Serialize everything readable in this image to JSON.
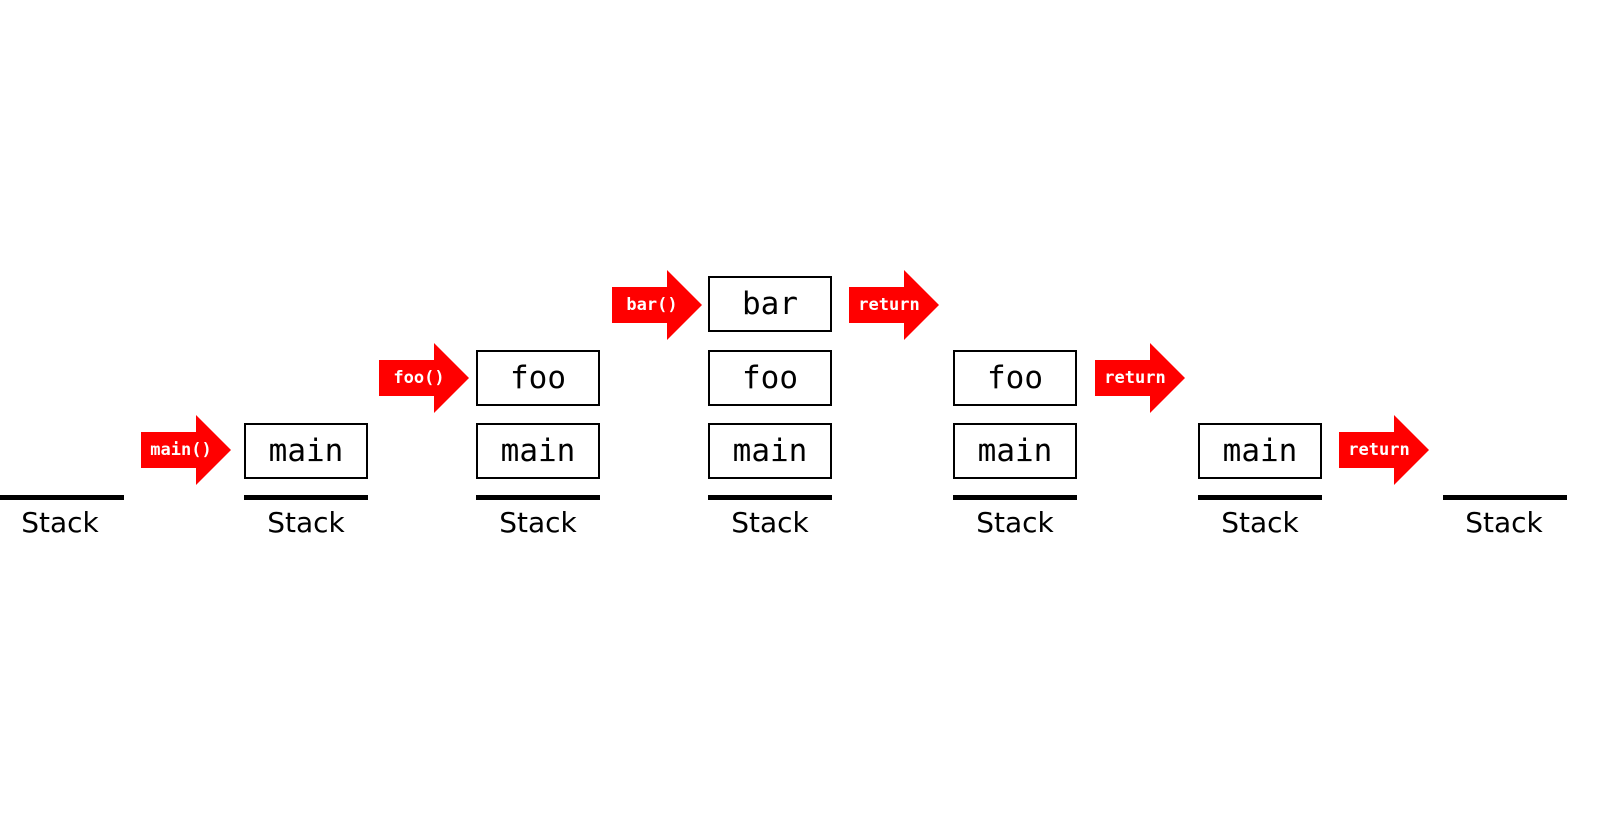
{
  "stack_label": "Stack",
  "colors": {
    "arrow": "#ff0000",
    "arrow_text": "#ffffff",
    "frame_border": "#000000",
    "stack_line": "#000000"
  },
  "stages": [
    {
      "frames": []
    },
    {
      "frames": [
        "main"
      ]
    },
    {
      "frames": [
        "main",
        "foo"
      ]
    },
    {
      "frames": [
        "main",
        "foo",
        "bar"
      ]
    },
    {
      "frames": [
        "main",
        "foo"
      ]
    },
    {
      "frames": [
        "main"
      ]
    },
    {
      "frames": []
    }
  ],
  "arrows": [
    {
      "label": "main()"
    },
    {
      "label": "foo()"
    },
    {
      "label": "bar()"
    },
    {
      "label": "return"
    },
    {
      "label": "return"
    },
    {
      "label": "return"
    }
  ]
}
